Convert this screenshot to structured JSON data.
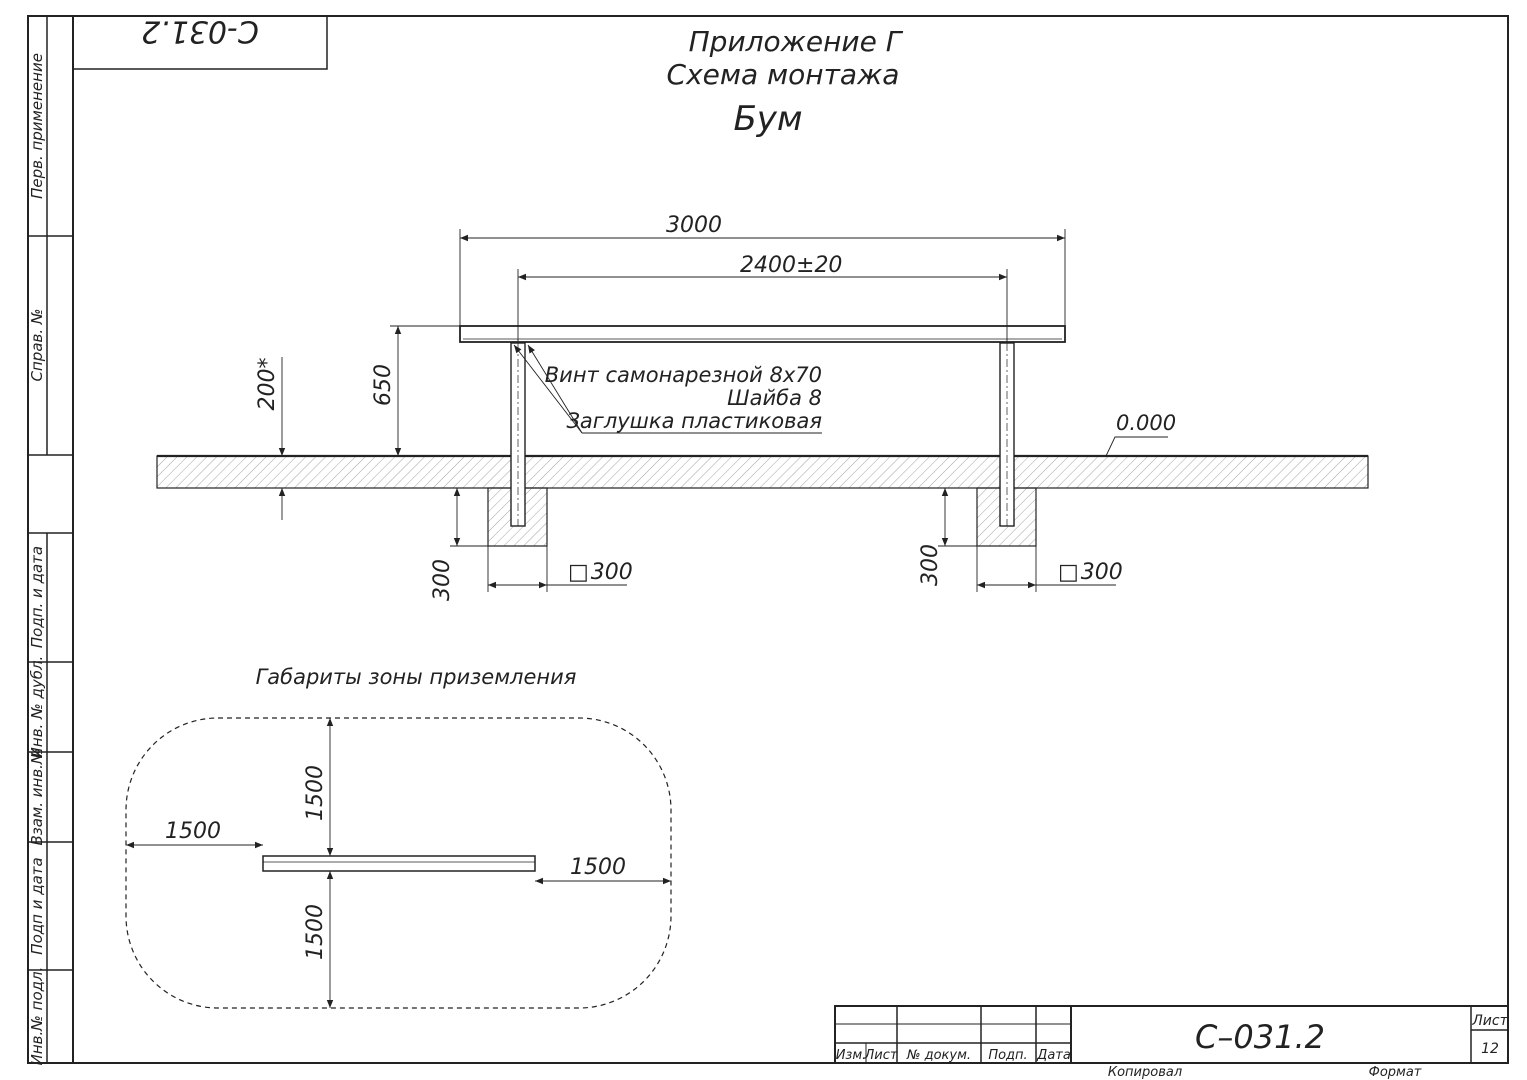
{
  "sheet": {
    "code_rotated": "С-031.2",
    "code": "С–031.2",
    "sheet_label": "Лист",
    "sheet_number": "12",
    "copied_label": "Копировал",
    "format_label": "Формат"
  },
  "header": {
    "appendix": "Приложение Г",
    "scheme": "Схема монтажа",
    "product": "Бум"
  },
  "side_stamp": {
    "cells": [
      "Перв. применение",
      "Справ. №",
      "Подп. и дата",
      "Инв. № дубл.",
      "Взам. инв.№",
      "Подп и дата",
      "Инв.№ подл."
    ]
  },
  "title_block": {
    "columns": [
      "Изм.",
      "Лист",
      "№ докум.",
      "Подп.",
      "Дата"
    ]
  },
  "drawing": {
    "dim_total_length": "3000",
    "dim_post_spacing": "2400",
    "dim_tolerance_sign": "±",
    "dim_tolerance": "20",
    "dim_height": "650",
    "dim_depth_note": "200*",
    "callout_screw": "Винт самонарезной 8х70",
    "callout_washer": "Шайба 8",
    "callout_plug": "Заглушка пластиковая",
    "ground_level": "0.000",
    "dim_footing_depth_left": "300",
    "dim_footing_depth_right": "300",
    "dim_footing_size_left": "300",
    "dim_footing_size_right": "300",
    "square_symbol": "□"
  },
  "landing_zone": {
    "title": "Габариты зоны приземления",
    "dim_top": "1500",
    "dim_bottom": "1500",
    "dim_left": "1500",
    "dim_right": "1500"
  }
}
